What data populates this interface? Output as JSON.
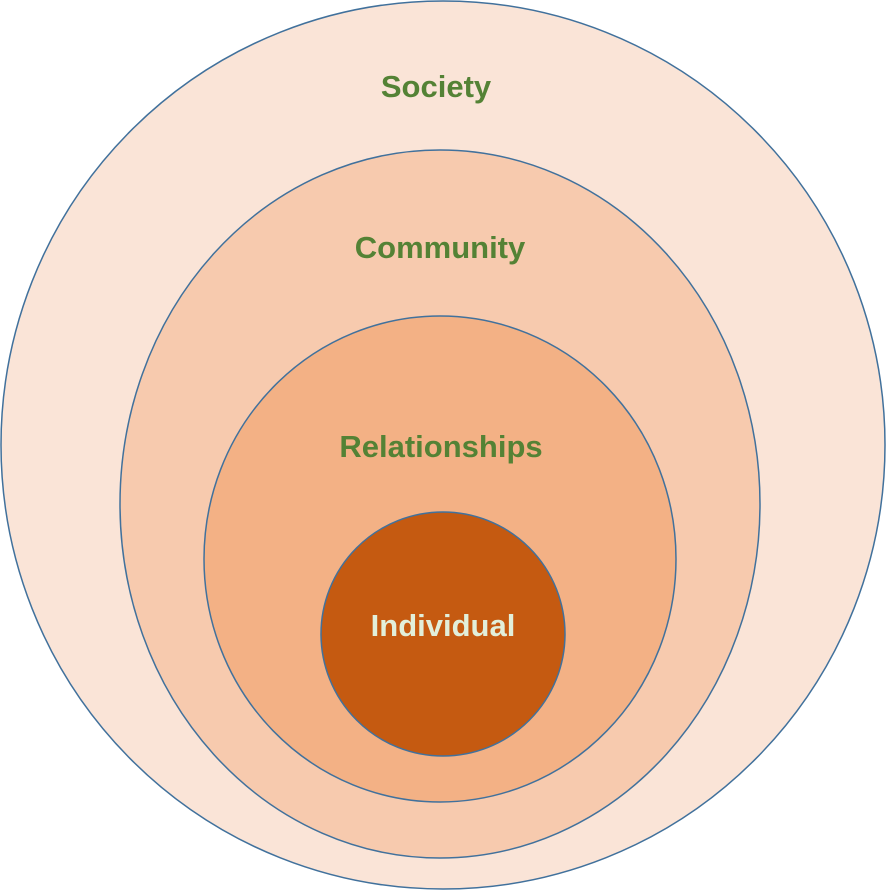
{
  "diagram": {
    "title": "Nested circles model",
    "layers": [
      {
        "label": "Society",
        "fill": "#FAE4D7",
        "text_color": "#548235"
      },
      {
        "label": "Community",
        "fill": "#F7CAAE",
        "text_color": "#548235"
      },
      {
        "label": "Relationships",
        "fill": "#F3B185",
        "text_color": "#548235"
      },
      {
        "label": "Individual",
        "fill": "#C55A11",
        "text_color": "#E2EFDA"
      }
    ],
    "stroke_color": "#41719C"
  }
}
